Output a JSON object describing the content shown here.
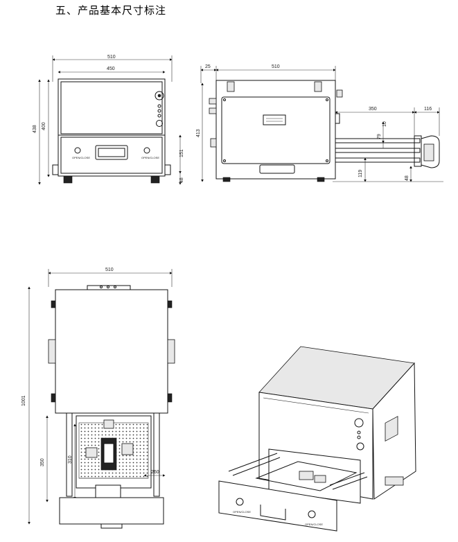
{
  "heading": "五、产品基本尺寸标注",
  "front_view": {
    "width_outer": "510",
    "width_inner": "450",
    "height_total": "438",
    "height_body": "400",
    "drawer_height": "151",
    "foot_height": "48",
    "button_label_left": "OPEN/CLOSE",
    "button_label_right": "OPEN/CLOSE"
  },
  "side_view": {
    "offset": "25",
    "depth": "510",
    "height": "413",
    "drawer_extension": "350",
    "handle_depth": "116",
    "rail_height_a": "79",
    "rail_height_b": "10",
    "rail_offset": "119",
    "foot_height": "48"
  },
  "top_view": {
    "width": "510",
    "length_total": "1001",
    "drawer_length": "350",
    "drawer_inner": "310",
    "drawer_width": "260"
  },
  "perspective_view": {
    "button_label_left": "OPEN/CLOSE",
    "button_label_right": "OPEN/CLOSE"
  }
}
